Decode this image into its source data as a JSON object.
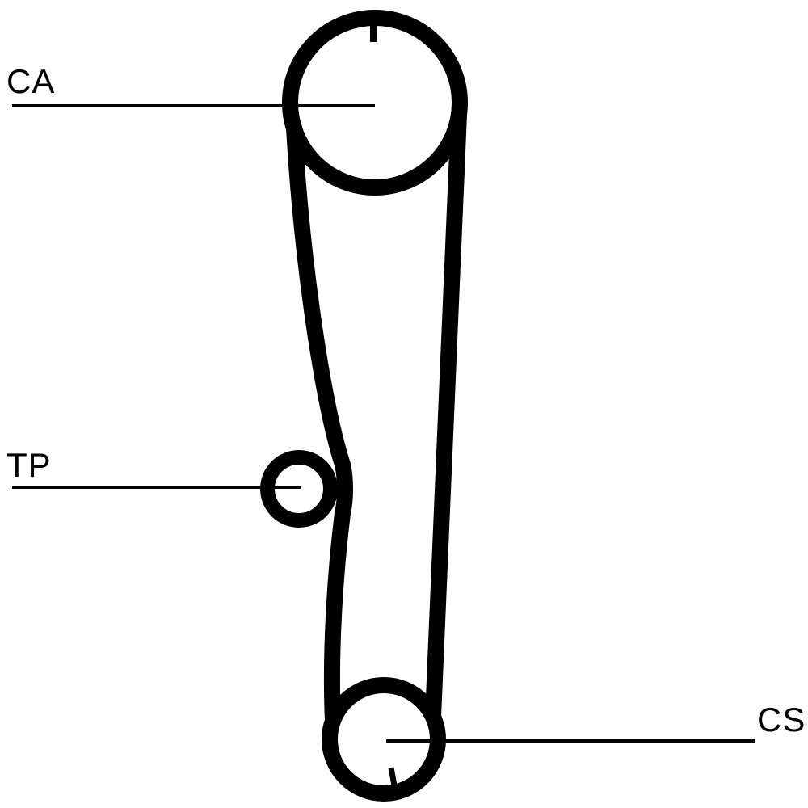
{
  "diagram": {
    "labels": {
      "camshaft": "CA",
      "tensioner": "TP",
      "crankshaft": "CS"
    },
    "colors": {
      "line": "#000000",
      "background": "#ffffff"
    }
  }
}
